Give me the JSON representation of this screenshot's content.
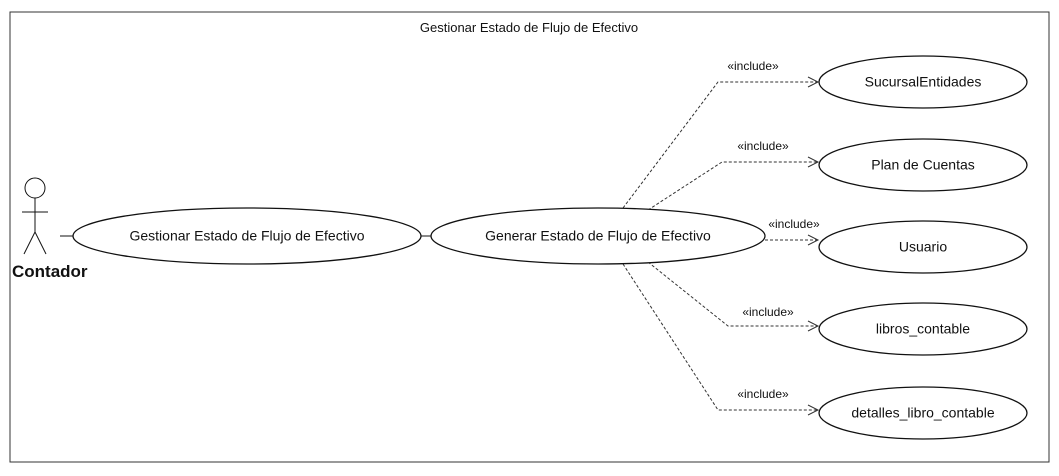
{
  "diagram": {
    "system_title": "Gestionar Estado de Flujo de Efectivo",
    "actor": {
      "name": "Contador"
    },
    "use_cases": {
      "gestionar": "Gestionar Estado de Flujo de Efectivo",
      "generar": "Generar Estado de Flujo de Efectivo",
      "sucursal": "SucursalEntidades",
      "plan": "Plan de Cuentas",
      "usuario": "Usuario",
      "libros": "libros_contable",
      "detalles": "detalles_libro_contable"
    },
    "relations": [
      {
        "from": "Generar Estado de Flujo de Efectivo",
        "to": "SucursalEntidades",
        "stereotype": "«include»"
      },
      {
        "from": "Generar Estado de Flujo de Efectivo",
        "to": "Plan de Cuentas",
        "stereotype": "«include»"
      },
      {
        "from": "Generar Estado de Flujo de Efectivo",
        "to": "Usuario",
        "stereotype": "«include»"
      },
      {
        "from": "Generar Estado de Flujo de Efectivo",
        "to": "libros_contable",
        "stereotype": "«include»"
      },
      {
        "from": "Generar Estado de Flujo de Efectivo",
        "to": "detalles_libro_contable",
        "stereotype": "«include»"
      }
    ]
  }
}
